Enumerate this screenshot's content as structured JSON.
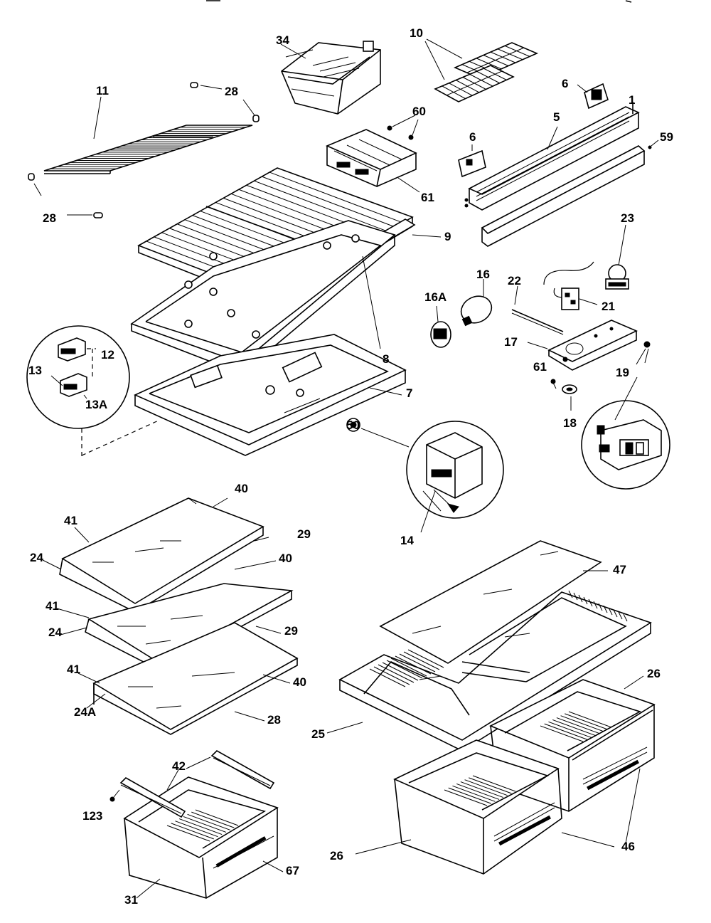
{
  "labels": {
    "l10": "10",
    "l34": "34",
    "l11": "11",
    "l28a": "28",
    "l28b": "28",
    "l28c": "28",
    "l6a": "6",
    "l6b": "6",
    "l5": "5",
    "l1": "1",
    "l59": "59",
    "l60": "60",
    "l61a": "61",
    "l9": "9",
    "l8": "8",
    "l7": "7",
    "l12": "12",
    "l13": "13",
    "l13a": "13A",
    "l50": "50",
    "l23": "23",
    "l22": "22",
    "l16": "16",
    "l16a": "16A",
    "l21": "21",
    "l17": "17",
    "l61b": "61",
    "l19": "19",
    "l18": "18",
    "l14": "14",
    "l40a": "40",
    "l40b": "40",
    "l40c": "40",
    "l41a": "41",
    "l41b": "41",
    "l41c": "41",
    "l29a": "29",
    "l29b": "29",
    "l24a": "24",
    "l24b": "24",
    "l24aa": "24A",
    "l47": "47",
    "l26a": "26",
    "l25": "25",
    "l26b": "26",
    "l46": "46",
    "l42": "42",
    "l123": "123",
    "l31": "31",
    "l67": "67"
  }
}
